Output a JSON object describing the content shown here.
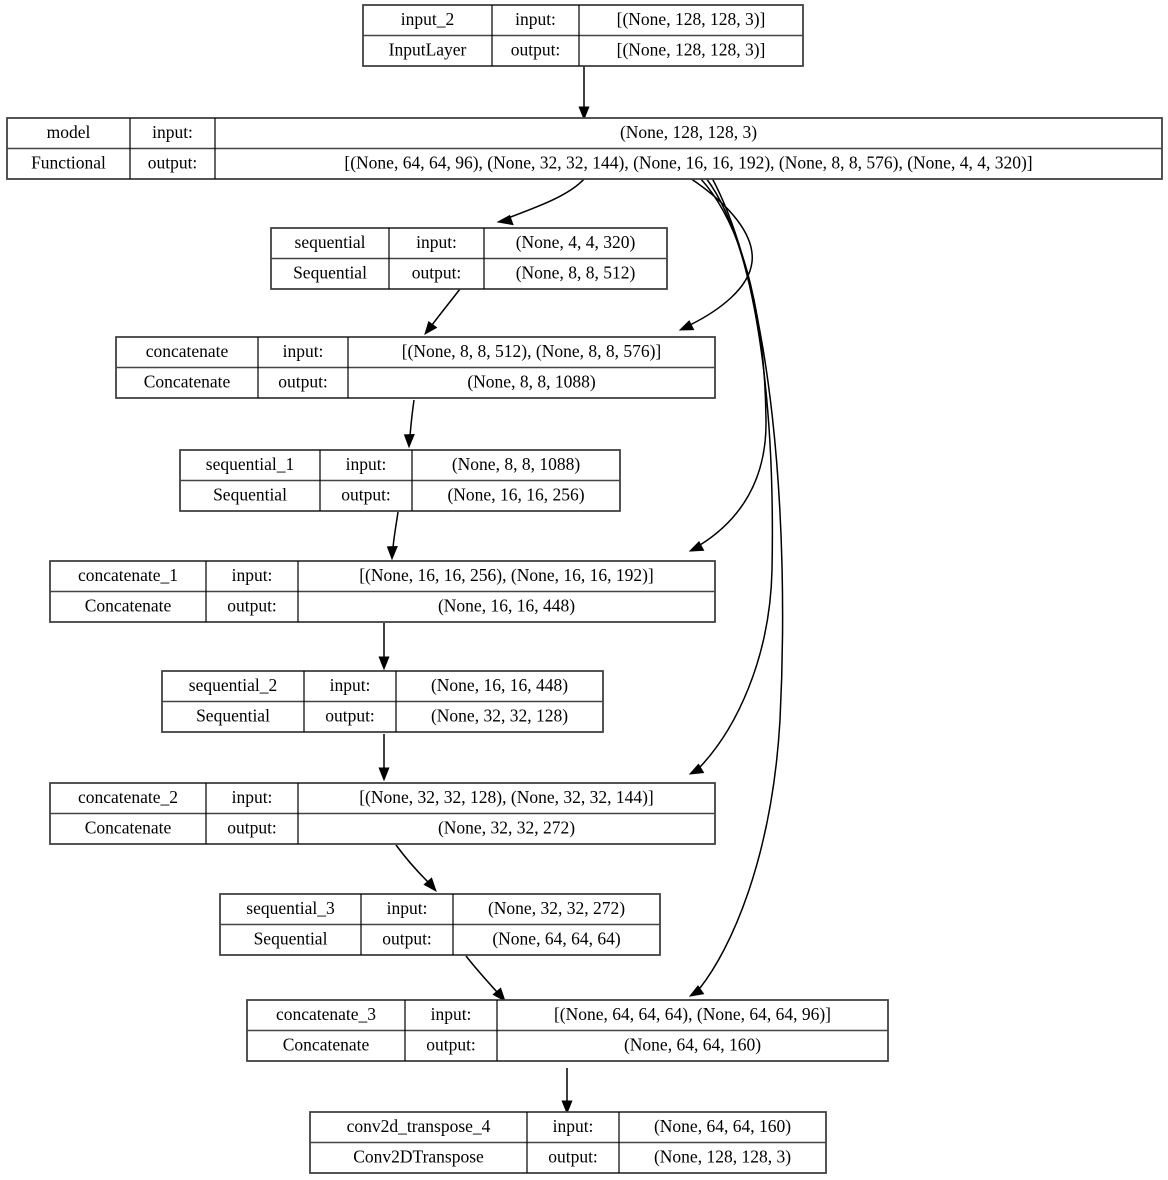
{
  "diagram": {
    "title": "Keras model architecture graph",
    "type": "keras-model-plot",
    "background_color": "#ffffff",
    "line_color": "#000000",
    "nodes": [
      {
        "id": "input_2",
        "name": "input_2",
        "class": "InputLayer",
        "input_label": "input:",
        "output_label": "output:",
        "input_shape": "[(None, 128, 128, 3)]",
        "output_shape": "[(None, 128, 128, 3)]"
      },
      {
        "id": "model",
        "name": "model",
        "class": "Functional",
        "input_label": "input:",
        "output_label": "output:",
        "input_shape": "(None, 128, 128, 3)",
        "output_shape": "[(None, 64, 64, 96), (None, 32, 32, 144), (None, 16, 16, 192), (None, 8, 8, 576), (None, 4, 4, 320)]"
      },
      {
        "id": "sequential",
        "name": "sequential",
        "class": "Sequential",
        "input_label": "input:",
        "output_label": "output:",
        "input_shape": "(None, 4, 4, 320)",
        "output_shape": "(None, 8, 8, 512)"
      },
      {
        "id": "concatenate",
        "name": "concatenate",
        "class": "Concatenate",
        "input_label": "input:",
        "output_label": "output:",
        "input_shape": "[(None, 8, 8, 512), (None, 8, 8, 576)]",
        "output_shape": "(None, 8, 8, 1088)"
      },
      {
        "id": "sequential_1",
        "name": "sequential_1",
        "class": "Sequential",
        "input_label": "input:",
        "output_label": "output:",
        "input_shape": "(None, 8, 8, 1088)",
        "output_shape": "(None, 16, 16, 256)"
      },
      {
        "id": "concatenate_1",
        "name": "concatenate_1",
        "class": "Concatenate",
        "input_label": "input:",
        "output_label": "output:",
        "input_shape": "[(None, 16, 16, 256), (None, 16, 16, 192)]",
        "output_shape": "(None, 16, 16, 448)"
      },
      {
        "id": "sequential_2",
        "name": "sequential_2",
        "class": "Sequential",
        "input_label": "input:",
        "output_label": "output:",
        "input_shape": "(None, 16, 16, 448)",
        "output_shape": "(None, 32, 32, 128)"
      },
      {
        "id": "concatenate_2",
        "name": "concatenate_2",
        "class": "Concatenate",
        "input_label": "input:",
        "output_label": "output:",
        "input_shape": "[(None, 32, 32, 128), (None, 32, 32, 144)]",
        "output_shape": "(None, 32, 32, 272)"
      },
      {
        "id": "sequential_3",
        "name": "sequential_3",
        "class": "Sequential",
        "input_label": "input:",
        "output_label": "output:",
        "input_shape": "(None, 32, 32, 272)",
        "output_shape": "(None, 64, 64, 64)"
      },
      {
        "id": "concatenate_3",
        "name": "concatenate_3",
        "class": "Concatenate",
        "input_label": "input:",
        "output_label": "output:",
        "input_shape": "[(None, 64, 64, 64), (None, 64, 64, 96)]",
        "output_shape": "(None, 64, 64, 160)"
      },
      {
        "id": "conv2d_transpose_4",
        "name": "conv2d_transpose_4",
        "class": "Conv2DTranspose",
        "input_label": "input:",
        "output_label": "output:",
        "input_shape": "(None, 64, 64, 160)",
        "output_shape": "(None, 128, 128, 3)"
      }
    ],
    "edges": [
      {
        "from": "input_2",
        "to": "model"
      },
      {
        "from": "model",
        "to": "sequential"
      },
      {
        "from": "model",
        "to": "concatenate"
      },
      {
        "from": "model",
        "to": "concatenate_1"
      },
      {
        "from": "model",
        "to": "concatenate_2"
      },
      {
        "from": "model",
        "to": "concatenate_3"
      },
      {
        "from": "sequential",
        "to": "concatenate"
      },
      {
        "from": "concatenate",
        "to": "sequential_1"
      },
      {
        "from": "sequential_1",
        "to": "concatenate_1"
      },
      {
        "from": "concatenate_1",
        "to": "sequential_2"
      },
      {
        "from": "sequential_2",
        "to": "concatenate_2"
      },
      {
        "from": "concatenate_2",
        "to": "sequential_3"
      },
      {
        "from": "sequential_3",
        "to": "concatenate_3"
      },
      {
        "from": "concatenate_3",
        "to": "conv2d_transpose_4"
      }
    ]
  }
}
